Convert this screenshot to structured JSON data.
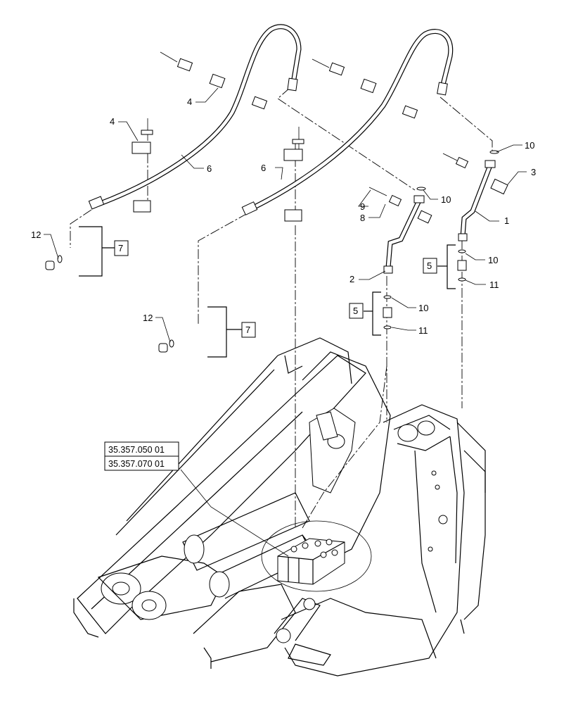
{
  "callouts": {
    "c1": "1",
    "c2": "2",
    "c3": "3",
    "c4a": "4",
    "c4b": "4",
    "c6a": "6",
    "c6b": "6",
    "c8": "8",
    "c9": "9",
    "c10a": "10",
    "c10b": "10",
    "c10c": "10",
    "c10d": "10",
    "c11a": "11",
    "c11b": "11",
    "c12a": "12",
    "c12b": "12"
  },
  "kits": {
    "k5a": "5",
    "k5b": "5",
    "k7a": "7",
    "k7b": "7"
  },
  "references": {
    "ref1": "35.357.050 01",
    "ref2": "35.357.070 01"
  }
}
